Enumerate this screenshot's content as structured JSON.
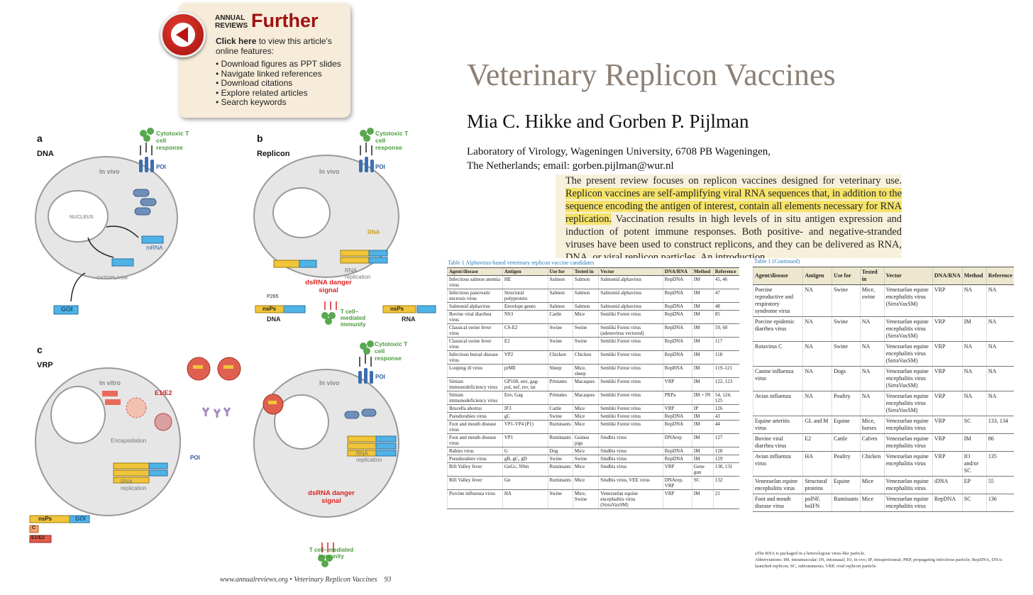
{
  "further": {
    "annual": "ANNUAL",
    "reviews": "REVIEWS",
    "title": "Further",
    "click_here": "Click here",
    "click_rest": " to view this article's online features:",
    "features": [
      "Download figures as PPT slides",
      "Navigate linked references",
      "Download citations",
      "Explore related articles",
      "Search keywords"
    ]
  },
  "figure": {
    "panel_a": {
      "letter": "a",
      "name": "DNA"
    },
    "panel_b": {
      "letter": "b",
      "name": "Replicon"
    },
    "panel_c": {
      "letter": "c",
      "name": "VRP"
    },
    "cytotoxic": "Cytotoxic T cell response",
    "in_vivo": "In vivo",
    "in_vitro": "In vitro",
    "poi": "POI",
    "goi": "GOI",
    "nucleus": "NUCLEUS",
    "cytoplasm": "CYTOPLASM",
    "mrna": "mRNA",
    "rna": "RNA",
    "dna": "DNA",
    "nsps": "nsPs",
    "p265": "P265",
    "rna_replication": "RNA replication",
    "dsrna": "dsRNA danger signal",
    "tcell_immunity": "T cell– mediated immunity",
    "e1e2": "E1/E2",
    "c": "C",
    "encapsidation": "Encapsidation",
    "footer": "www.annualreviews.org • Veterinary Replicon Vaccines",
    "page": "93"
  },
  "paper": {
    "title": "Veterinary Replicon Vaccines",
    "authors": "Mia C. Hikke and Gorben P. Pijlman",
    "affiliation_1": "Laboratory of Virology, Wageningen University, 6708 PB Wageningen,",
    "affiliation_2": "The Netherlands; email: gorben.pijlman@wur.nl",
    "abstract_1": "The present review focuses on replicon vaccines designed for veterinary use.",
    "abstract_hl": "Replicon vaccines are self-amplifying viral RNA sequences that, in addition to the sequence encoding the antigen of interest, contain all elements necessary for RNA replication.",
    "abstract_2": " Vaccination results in high levels of in situ antigen expression and induction of potent immune responses. Both positive- and negative-stranded viruses have been used to construct replicons, and they can be delivered as RNA, DNA, or viral replicon particles. An introduction"
  },
  "table1": {
    "caption": "Table 1   Alphavirus-based veterinary replicon vaccine candidates",
    "headers": [
      "Agent/disease",
      "Antigen",
      "Use for",
      "Tested in",
      "Vector",
      "DNA/RNA",
      "Method",
      "Reference"
    ],
    "rows": [
      [
        "Infectious salmon anemia virus",
        "HE",
        "Salmon",
        "Salmon",
        "Salmonid alphavirus",
        "RepDNA",
        "IM",
        "45, 46"
      ],
      [
        "Infectious pancreatic necrosis virus",
        "Structural polyprotein",
        "Salmon",
        "Salmon",
        "Salmonid alphavirus",
        "RepDNA",
        "IM",
        "47"
      ],
      [
        "Salmonid alphavirus",
        "Envelope genes",
        "Salmon",
        "Salmon",
        "Salmonid alphavirus",
        "RepDNA",
        "IM",
        "48"
      ],
      [
        "Bovine viral diarrhea virus",
        "NS3",
        "Cattle",
        "Mice",
        "Semliki Forest virus",
        "RepDNA",
        "IM",
        "85"
      ],
      [
        "Classical swine fever virus",
        "CS-E2",
        "Swine",
        "Swine",
        "Semliki Forest virus (adenovirus vectored)",
        "RepDNA",
        "IM",
        "59, 60"
      ],
      [
        "Classical swine fever virus",
        "E2",
        "Swine",
        "Swine",
        "Semliki Forest virus",
        "RepDNA",
        "IM",
        "117"
      ],
      [
        "Infectious bursal disease virus",
        "VP2",
        "Chicken",
        "Chicken",
        "Semliki Forest virus",
        "RepDNA",
        "IM",
        "118"
      ],
      [
        "Louping ill virus",
        "prME",
        "Sheep",
        "Mice, sheep",
        "Semliki Forest virus",
        "RepRNA",
        "IM",
        "119–121"
      ],
      [
        "Simian immunodeficiency virus",
        "GP160, env, gag-pol, nef, rev, tat",
        "Primates",
        "Macaques",
        "Semliki Forest virus",
        "VRP",
        "IM",
        "122, 123"
      ],
      [
        "Simian immunodeficiency virus",
        "Env, Gag",
        "Primates",
        "Macaques",
        "Semliki Forest virus",
        "PRPa",
        "IM + IN",
        "54, 124, 125"
      ],
      [
        "Brucella abortus",
        "IF3",
        "Cattle",
        "Mice",
        "Semliki Forest virus",
        "VRP",
        "IP",
        "126"
      ],
      [
        "Pseudorabies virus",
        "gC",
        "Swine",
        "Mice",
        "Semliki Forest virus",
        "RepDNA",
        "IM",
        "43"
      ],
      [
        "Foot and mouth disease virus",
        "VP1-VP4 (P1)",
        "Ruminants",
        "Mice",
        "Semliki Forest virus",
        "RepDNA",
        "IM",
        "44"
      ],
      [
        "Foot and mouth disease virus",
        "VP1",
        "Ruminants",
        "Guinea pigs",
        "Sindbis virus",
        "DNArep",
        "IM",
        "127"
      ],
      [
        "Rabies virus",
        "G",
        "Dog",
        "Mice",
        "Sindbis virus",
        "RepDNA",
        "IM",
        "128"
      ],
      [
        "Pseudorabies virus",
        "gB, gC, gD",
        "Swine",
        "Swine",
        "Sindbis virus",
        "RepDNA",
        "IM",
        "129"
      ],
      [
        "Rift Valley fever",
        "GnGc, NSm",
        "Ruminants",
        "Mice",
        "Sindbis virus",
        "VRP",
        "Gene gun",
        "130, 131"
      ],
      [
        "Rift Valley fever",
        "Gn",
        "Ruminants",
        "Mice",
        "Sindbis virus, VEE virus",
        "DNArep, VRP",
        "SC",
        "132"
      ],
      [
        "Porcine influenza virus",
        "HA",
        "Swine",
        "Mice, Swine",
        "Venezuelan equine encephalitis virus (SirraVaxSM)",
        "VRP",
        "IM",
        "21"
      ]
    ]
  },
  "table2": {
    "caption": "Table 1   (Continued)",
    "headers": [
      "Agent/disease",
      "Antigen",
      "Use for",
      "Tested in",
      "Vector",
      "DNA/RNA",
      "Method",
      "Reference"
    ],
    "rows": [
      [
        "Porcine reproductive and respiratory syndrome virus",
        "NA",
        "Swine",
        "Mice, swine",
        "Venezuelan equine encephalitis virus (SirraVaxSM)",
        "VRP",
        "NA",
        "NA"
      ],
      [
        "Porcine epidemic diarrhea virus",
        "NA",
        "Swine",
        "NA",
        "Venezuelan equine encephalitis virus (SirraVaxSM)",
        "VRP",
        "IM",
        "NA"
      ],
      [
        "Rotavirus C",
        "NA",
        "Swine",
        "NA",
        "Venezuelan equine encephalitis virus (SirraVaxSM)",
        "VRP",
        "NA",
        "NA"
      ],
      [
        "Canine influenza virus",
        "NA",
        "Dogs",
        "NA",
        "Venezuelan equine encephalitis virus (SirraVaxSM)",
        "VRP",
        "NA",
        "NA"
      ],
      [
        "Avian influenza",
        "NA",
        "Poultry",
        "NA",
        "Venezuelan equine encephalitis virus (SirraVaxSM)",
        "VRP",
        "NA",
        "NA"
      ],
      [
        "Equine arteritis virus",
        "GL and M",
        "Equine",
        "Mice, horses",
        "Venezuelan equine encephalitis virus",
        "VRP",
        "SC",
        "133, 134"
      ],
      [
        "Bovine viral diarrhea virus",
        "E2",
        "Cattle",
        "Calves",
        "Venezuelan equine encephalitis virus",
        "VRP",
        "IM",
        "86"
      ],
      [
        "Avian influenza virus",
        "HA",
        "Poultry",
        "Chicken",
        "Venezuelan equine encephalitis virus",
        "VRP",
        "IO and/or SC",
        "135"
      ],
      [
        "Venezuelan equine encephalitis virus",
        "Structural proteins",
        "Equine",
        "Mice",
        "Venezuelan equine encephalitis virus",
        "iDNA",
        "EP",
        "55"
      ],
      [
        "Foot and mouth disease virus",
        "polNF, boIFN",
        "Ruminants",
        "Mice",
        "Venezuelan equine encephalitis virus",
        "RepDNA",
        "SC",
        "136"
      ]
    ],
    "footnote_1": "aThe RNA is packaged in a heterologous virus-like particle.",
    "footnote_2": "Abbreviations: IM, intramuscular; IN, intranasal; IO, in ovo; IP, intraperitoneal; PRP, propagating infectious particle; RepDNA, DNA-launched replicon; SC, subcutaneous; VRP, viral replicon particle."
  }
}
